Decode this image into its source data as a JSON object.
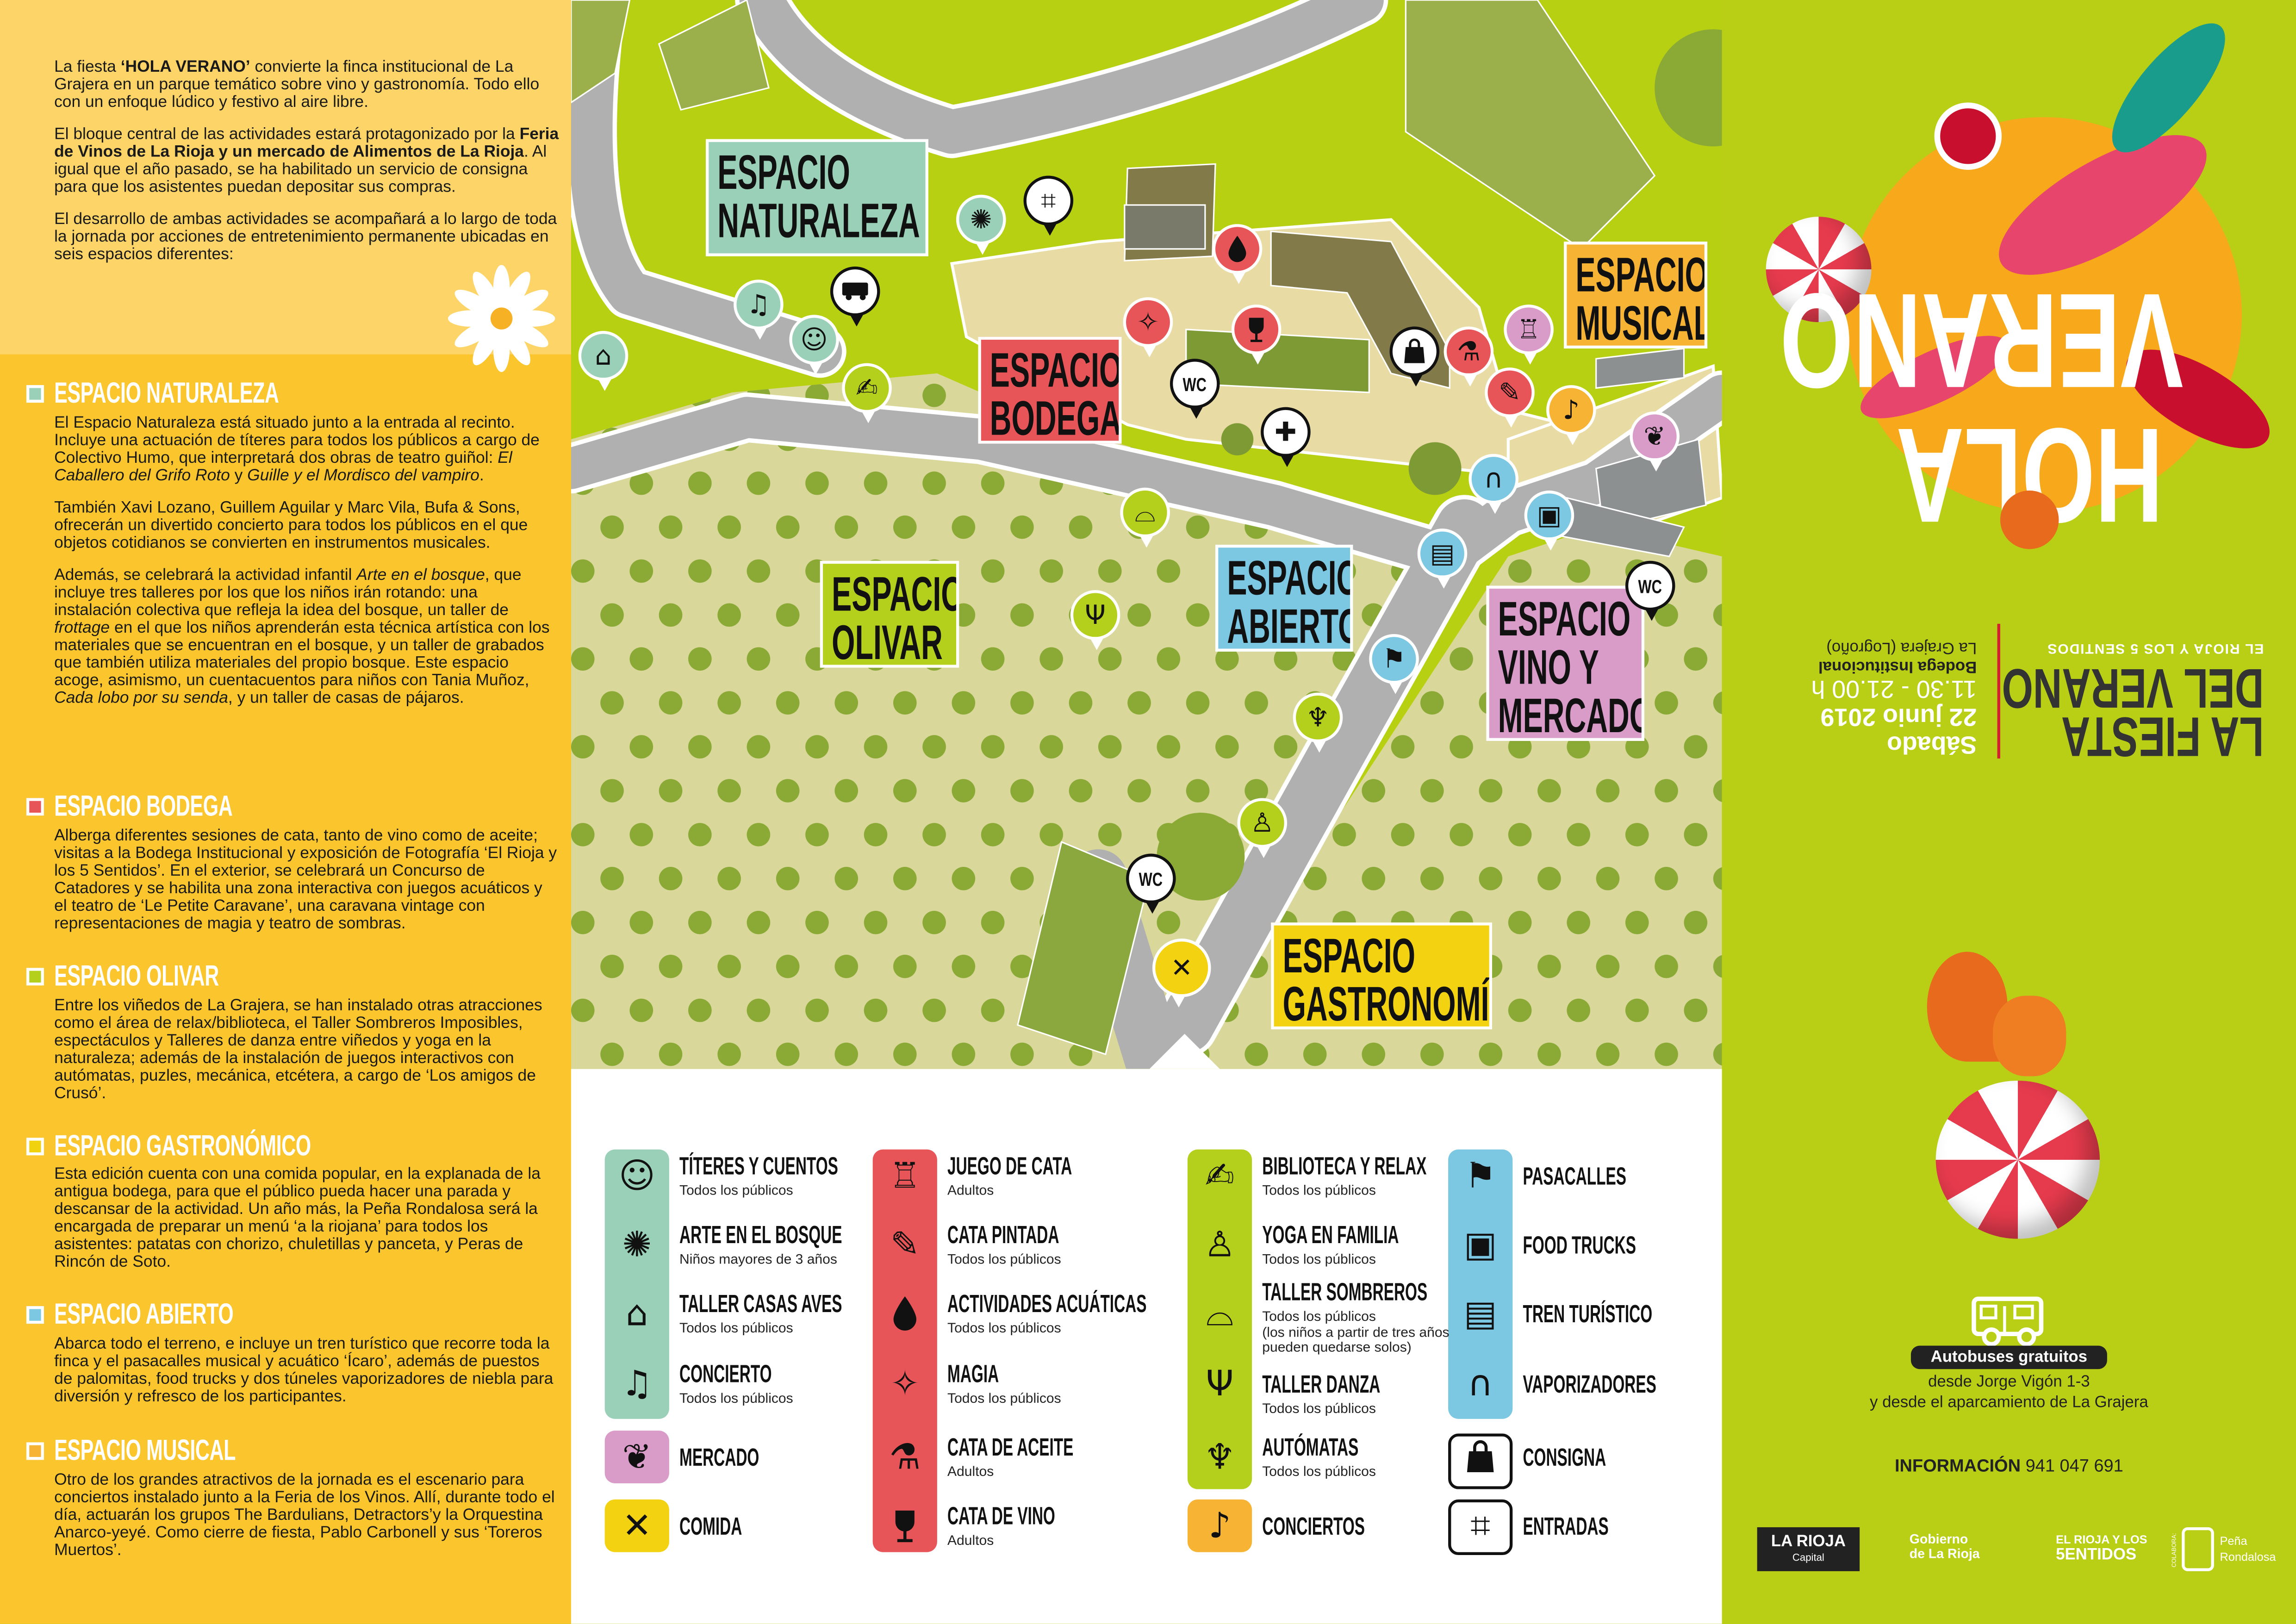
{
  "intro": {
    "paragraphs": [
      [
        {
          "t": "La fiesta "
        },
        {
          "t": "‘HOLA VERANO’",
          "b": true
        },
        {
          "t": " convierte la finca institucional de La Grajera en un parque temático sobre vino y gastronomía. Todo ello con un enfoque lúdico y festivo al aire libre."
        }
      ],
      [
        {
          "t": "El bloque central de las actividades estará protagonizado por la "
        },
        {
          "t": "Feria de Vinos de La Rioja y un mercado de Alimentos de La Rioja",
          "b": true
        },
        {
          "t": ". Al igual que el año pasado, se ha habilitado un servicio de consigna para que los asistentes puedan depositar sus compras."
        }
      ],
      [
        {
          "t": "El desarrollo de ambas actividades se acompañará a lo largo de toda la jornada por acciones de entretenimiento permanente ubicadas en seis espacios diferentes:"
        }
      ]
    ]
  },
  "sections": [
    {
      "title": "ESPACIO NATURALEZA",
      "color": "#9bd0b8",
      "paragraphs": [
        [
          {
            "t": "El Espacio Naturaleza está situado junto a la entrada al recinto. Incluye una actuación de títeres para todos los públicos a cargo de Colectivo Humo, que interpretará dos obras de teatro guiñol: "
          },
          {
            "t": "El Caballero del Grifo Roto",
            "i": true
          },
          {
            "t": " y "
          },
          {
            "t": "Guille y el Mordisco del vampiro",
            "i": true
          },
          {
            "t": "."
          }
        ],
        [
          {
            "t": "También Xavi Lozano, Guillem Aguilar y Marc Vila, Bufa & Sons, ofrecerán un divertido concierto para todos los públicos en el que objetos cotidianos se convierten en instrumentos musicales."
          }
        ],
        [
          {
            "t": "Además, se celebrará la actividad infantil "
          },
          {
            "t": "Arte en el bosque",
            "i": true
          },
          {
            "t": ", que incluye tres talleres por los que los niños irán rotando: una instalación colectiva que refleja la idea del bosque, un taller de "
          },
          {
            "t": "frottage",
            "i": true
          },
          {
            "t": " en el que los niños aprenderán esta técnica artística con los materiales que se encuentran en el bosque, y un taller de grabados que también utiliza materiales del propio bosque. Este espacio acoge, asimismo, un cuentacuentos para niños con Tania Muñoz, "
          },
          {
            "t": "Cada lobo por su senda",
            "i": true
          },
          {
            "t": ", y un taller de casas de pájaros."
          }
        ]
      ]
    },
    {
      "title": "ESPACIO BODEGA",
      "color": "#e85558",
      "paragraphs": [
        [
          {
            "t": "Alberga diferentes sesiones de cata, tanto de vino como de aceite; visitas a la Bodega Institucional y exposición de Fotografía ‘El Rioja y los 5 Sentidos’. En el exterior, se celebrará un Concurso de Catadores y se habilita una zona interactiva con juegos acuáticos y el teatro de ‘Le Petite Caravane’, una caravana vintage con representaciones de magia y teatro de sombras."
          }
        ]
      ]
    },
    {
      "title": "ESPACIO OLIVAR",
      "color": "#b5cf1d",
      "paragraphs": [
        [
          {
            "t": "Entre los viñedos de La Grajera, se han instalado otras atracciones como el área de relax/biblioteca, el Taller Sombreros Imposibles, espectáculos y Talleres de danza entre viñedos y yoga en la naturaleza; además de la instalación de juegos interactivos con autómatas, puzles, mecánica, etcétera, a cargo de ‘Los amigos de Crusó’."
          }
        ]
      ]
    },
    {
      "title": "ESPACIO GASTRONÓMICO",
      "color": "#f0d20f",
      "paragraphs": [
        [
          {
            "t": "Esta edición cuenta con una comida popular, en la explanada de la antigua bodega, para que el público pueda hacer una parada y descansar de la actividad. Un año más, la Peña Rondalosa será la encargada de preparar un menú ‘a la riojana’ para todos los asistentes: patatas con chorizo, chuletillas y panceta, y Peras de Rincón de Soto."
          }
        ]
      ]
    },
    {
      "title": "ESPACIO ABIERTO",
      "color": "#7cc8e2",
      "paragraphs": [
        [
          {
            "t": "Abarca todo el terreno, e incluye un tren turístico que recorre toda la finca y el pasacalles musical y acuático ‘Ícaro’, además de puestos de palomitas, food trucks y dos túneles vaporizadores de niebla para diversión y refresco de los participantes."
          }
        ]
      ]
    },
    {
      "title": "ESPACIO MUSICAL",
      "color": "#f7b334",
      "paragraphs": [
        [
          {
            "t": "Otro de los grandes atractivos de la jornada es el escenario para conciertos instalado junto a la Feria de los Vinos. Allí, durante todo el día, actuarán los grupos The Bardulians, Detractors’y la Orquestina Anarco-yeyé. Como cierre de fiesta, Pablo Carbonell y sus ‘Toreros Muertos’."
          }
        ]
      ]
    }
  ],
  "map": {
    "zones": {
      "naturaleza": [
        "ESPACIO",
        "NATURALEZA"
      ],
      "bodega": [
        "ESPACIO",
        "BODEGA"
      ],
      "olivar": [
        "ESPACIO",
        "OLIVAR"
      ],
      "abierto": [
        "ESPACIO",
        "ABIERTO"
      ],
      "vino": [
        "ESPACIO",
        "VINO Y",
        "MERCADO"
      ],
      "musical": [
        "ESPACIO",
        "MUSICAL"
      ],
      "gastronomia": [
        "ESPACIO",
        "GASTRONOMÍA"
      ]
    },
    "wc_label": "WC",
    "colors": {
      "lawn": "#b8d012",
      "field": "#d9d79a",
      "plaza": "#e8dca4",
      "road": "#b0b0b0",
      "tree": "#8aaa35"
    }
  },
  "legend": {
    "col1": [
      {
        "title": "TÍTERES Y CUENTOS",
        "sub": "Todos los públicos",
        "icon": "theater-masks-icon"
      },
      {
        "title": "ARTE EN EL BOSQUE",
        "sub": "Niños mayores de 3 años",
        "icon": "palette-icon"
      },
      {
        "title": "TALLER CASAS AVES",
        "sub": "Todos los públicos",
        "icon": "birdhouse-icon"
      },
      {
        "title": "CONCIERTO",
        "sub": "Todos los públicos",
        "icon": "music-note-icon"
      },
      {
        "title": "MERCADO",
        "icon": "market-icon"
      },
      {
        "title": "COMIDA",
        "icon": "fork-knife-icon"
      }
    ],
    "col2": [
      {
        "title": "JUEGO DE CATA",
        "sub": "Adultos",
        "icon": "wine-podium-icon"
      },
      {
        "title": "CATA PINTADA",
        "sub": "Todos los públicos",
        "icon": "wine-brush-icon"
      },
      {
        "title": "ACTIVIDADES ACUÁTICAS",
        "sub": "Todos los públicos",
        "icon": "water-drop-icon"
      },
      {
        "title": "MAGIA",
        "sub": "Todos los públicos",
        "icon": "magic-hat-icon"
      },
      {
        "title": "CATA DE ACEITE",
        "sub": "Adultos",
        "icon": "oil-cruet-icon"
      },
      {
        "title": "CATA DE VINO",
        "sub": "Adultos",
        "icon": "wine-glass-icon"
      }
    ],
    "col3": [
      {
        "title": "BIBLIOTECA Y RELAX",
        "sub": "Todos los públicos",
        "icon": "reading-chair-icon"
      },
      {
        "title": "YOGA EN FAMILIA",
        "sub": "Todos los públicos",
        "icon": "yoga-icon"
      },
      {
        "title": "TALLER SOMBREROS",
        "sub": "Todos los públicos",
        "note": "(los niños a partir de tres años pueden quedarse solos)",
        "icon": "hat-icon"
      },
      {
        "title": "TALLER DANZA",
        "sub": "Todos los públicos",
        "icon": "dancer-icon"
      },
      {
        "title": "AUTÓMATAS",
        "sub": "Todos los públicos",
        "icon": "automaton-icon"
      },
      {
        "title": "CONCIERTOS",
        "icon": "singer-icon"
      }
    ],
    "col4": [
      {
        "title": "PASACALLES",
        "icon": "parade-icon"
      },
      {
        "title": "FOOD TRUCKS",
        "icon": "food-truck-icon"
      },
      {
        "title": "TREN TURÍSTICO",
        "icon": "train-icon"
      },
      {
        "title": "VAPORIZADORES",
        "icon": "mist-arch-icon"
      },
      {
        "title": "CONSIGNA",
        "icon": "shopping-bag-icon"
      },
      {
        "title": "ENTRADAS",
        "icon": "ticket-wine-icon"
      }
    ],
    "colors": {
      "naturaleza": "#9bd0b8",
      "mercado": "#d99bc8",
      "comida": "#f3d311",
      "bodega": "#e85558",
      "olivar": "#b5cf1d",
      "musical": "#f7b334",
      "abierto": "#7cc8e2"
    }
  },
  "cover": {
    "hola": "HOLA",
    "verano": "VERANO",
    "fiesta_line1": "LA FIESTA",
    "fiesta_line2": "DEL VERANO",
    "tagline": "EL RIOJA Y LOS 5 SENTIDOS",
    "day": "Sábado",
    "date": "22 junio 2019",
    "hours": "11.30 - 21.00 h",
    "venue": "Bodega Institucional",
    "place": "La Grajera (Logroño)"
  },
  "transport": {
    "badge": "Autobuses gratuitos",
    "line1": "desde Jorge Vigón 1-3",
    "line2": "y desde el aparcamiento de La Grajera"
  },
  "info": {
    "label": "INFORMACIÓN",
    "phone": "941 047 691"
  },
  "logos": {
    "rioja_capital": [
      "LA RIOJA",
      "Capital"
    ],
    "gobierno": [
      "Gobierno",
      "de La Rioja"
    ],
    "sentidos": [
      "EL RIOJA Y LOS",
      "5ENTIDOS"
    ],
    "colabora": "COLABORA:",
    "pena": [
      "Peña",
      "Rondalosa"
    ]
  },
  "colors": {
    "left_top": "#fdd468",
    "left_bottom": "#fbc52d",
    "right_bg": "#b9cf15",
    "accent_red": "#d2202f"
  }
}
